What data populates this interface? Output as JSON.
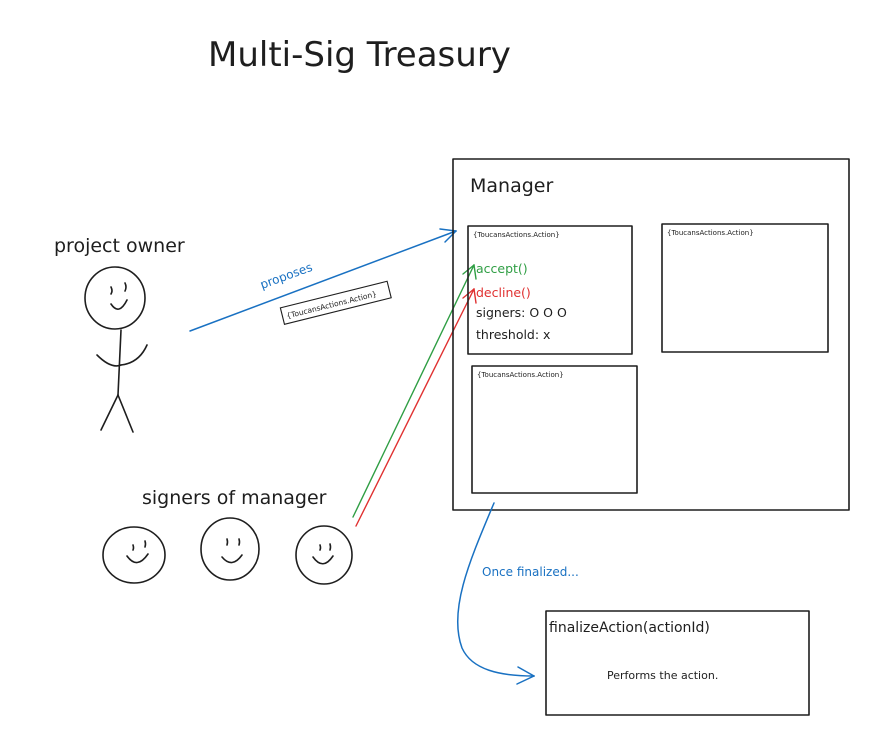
{
  "title": "Multi-Sig Treasury",
  "actors": {
    "project_owner": "project owner",
    "signers": "signers of manager"
  },
  "manager": {
    "title": "Manager",
    "actions": [
      {
        "header": "{ToucansActions.Action}"
      },
      {
        "header": "{ToucansActions.Action}"
      },
      {
        "header": "{ToucansActions.Action}"
      }
    ],
    "accept": "accept()",
    "decline": "decline()",
    "signers_label": "signers: O O O",
    "threshold_label": "threshold: x"
  },
  "arrows": {
    "proposes": "proposes",
    "proposes_tag": "{ToucansActions.Action}",
    "once_finalized": "Once finalized..."
  },
  "finalize": {
    "title": "finalizeAction(actionId)",
    "description": "Performs the action."
  },
  "colors": {
    "ink": "#1e1e1e",
    "blue": "#1971c2",
    "green": "#2f9e44",
    "red": "#e03131"
  }
}
